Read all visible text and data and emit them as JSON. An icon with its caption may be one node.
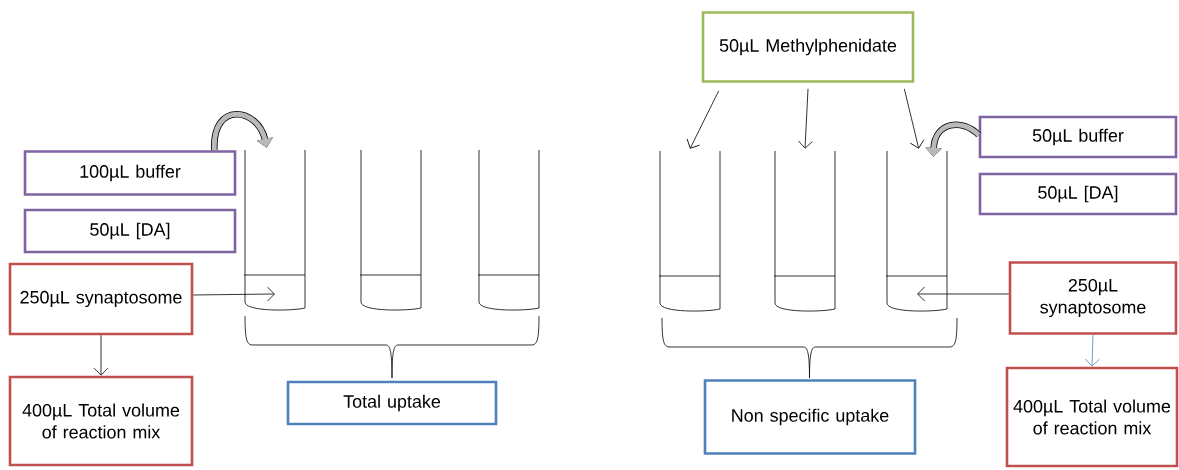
{
  "diagram": {
    "nodes": [
      {
        "text": [
          "100µL buffer"
        ]
      },
      {
        "text": [
          "50µL [DA]"
        ]
      },
      {
        "text": [
          "250µL synaptosome"
        ]
      },
      {
        "text": [
          "400µL Total volume of reaction mix"
        ]
      },
      {
        "text": [],
        "shape": "tube"
      },
      {
        "text": [],
        "shape": "tube"
      },
      {
        "text": [],
        "shape": "tube"
      },
      {
        "text": [
          "Total  uptake"
        ]
      },
      {
        "text": [
          "50µL Methylphenidate"
        ]
      },
      {
        "text": [],
        "shape": "tube"
      },
      {
        "text": [],
        "shape": "tube"
      },
      {
        "text": [],
        "shape": "tube"
      },
      {
        "text": [
          "50µL buffer"
        ]
      },
      {
        "text": [
          "50µL [DA]"
        ]
      },
      {
        "text": [
          "250µL synaptosome"
        ]
      },
      {
        "text": [
          "400µL Total volume of reaction mix"
        ]
      },
      {
        "text": [
          "Non specific uptake"
        ]
      }
    ],
    "edges": [
      {
        "from": 0,
        "to": 4,
        "arrow": "to",
        "style": "thick"
      },
      {
        "from": 2,
        "to": 4,
        "arrow": "to"
      },
      {
        "from": 2,
        "to": 3,
        "arrow": "to"
      },
      {
        "from": 8,
        "to": 9,
        "arrow": "to"
      },
      {
        "from": 8,
        "to": 10,
        "arrow": "to"
      },
      {
        "from": 8,
        "to": 11,
        "arrow": "to"
      },
      {
        "from": 12,
        "to": 11,
        "arrow": "to",
        "style": "thick"
      },
      {
        "from": 14,
        "to": 11,
        "arrow": "to"
      },
      {
        "from": 14,
        "to": 15,
        "arrow": "to",
        "color": "#4f81bd"
      }
    ]
  }
}
